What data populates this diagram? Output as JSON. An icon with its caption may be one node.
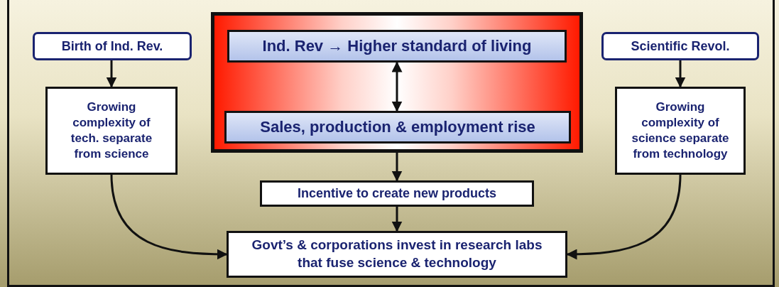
{
  "diagram": {
    "nodes": [
      {
        "text": [
          "Birth of Ind. Rev."
        ]
      },
      {
        "text": [
          "Growing complexity of tech. separate from science"
        ]
      },
      {
        "text": [],
        "shape": "box"
      },
      {
        "text": [
          "Ind. Rev → Higher standard of living"
        ],
        "in": 2
      },
      {
        "text": [
          "Sales, production & employment rise"
        ],
        "in": 2
      },
      {
        "text": [
          "Incentive to create new products"
        ]
      },
      {
        "text": [
          "Govt’s & corporations invest in research labs that fuse science & technology"
        ]
      },
      {
        "text": [
          "Scientific Revol."
        ]
      },
      {
        "text": [
          "Growing complexity of science separate from technology"
        ]
      }
    ],
    "edges": [
      {
        "from": 0,
        "to": 1,
        "arrow": "to"
      },
      {
        "from": 3,
        "to": 4,
        "arrow": "both"
      },
      {
        "from": 2,
        "to": 5,
        "arrow": "to"
      },
      {
        "from": 5,
        "to": 6,
        "arrow": "to"
      },
      {
        "from": 1,
        "to": 6,
        "arrow": "to"
      },
      {
        "from": 7,
        "to": 8,
        "arrow": "to"
      },
      {
        "from": 8,
        "to": 6,
        "arrow": "to"
      }
    ]
  }
}
